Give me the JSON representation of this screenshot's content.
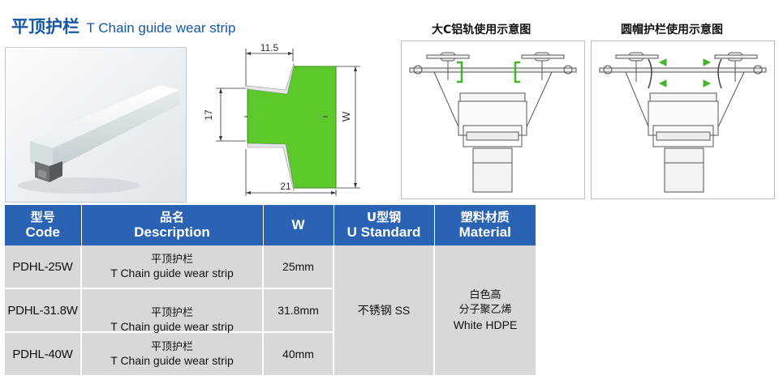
{
  "header": {
    "title_cn": "平顶护栏",
    "title_en": "T Chain guide wear strip"
  },
  "profile": {
    "dim_top": "11.5",
    "dim_left": "17",
    "dim_right": "W",
    "dim_bottom": "21",
    "fill_color": "#5cc92a"
  },
  "diagrams": [
    {
      "title": "大C铝轨使用示意图"
    },
    {
      "title": "圆帽护栏使用示意图"
    }
  ],
  "table": {
    "headers": [
      {
        "cn": "型号",
        "en": "Code"
      },
      {
        "cn": "品名",
        "en": "Description"
      },
      {
        "en": "W"
      },
      {
        "cn": "U型钢",
        "en": "U Standard"
      },
      {
        "cn": "塑料材质",
        "en": "Material"
      }
    ],
    "rows": [
      {
        "code": "PDHL-25W",
        "desc_cn": "平顶护栏",
        "desc_en": "T Chain guide wear strip",
        "w": "25mm"
      },
      {
        "code": "PDHL-31.8W",
        "desc_cn": "平顶护栏",
        "desc_en": "T Chain guide wear strip",
        "w": "31.8mm"
      },
      {
        "code": "PDHL-40W",
        "desc_cn": "平顶护栏",
        "desc_en": "T Chain guide wear strip",
        "w": "40mm"
      }
    ],
    "u_standard": "不锈钢  SS",
    "material": {
      "line1": "白色高",
      "line2": "分子聚乙烯",
      "line3": "White  HDPE"
    },
    "header_color": "#2a63b4"
  }
}
